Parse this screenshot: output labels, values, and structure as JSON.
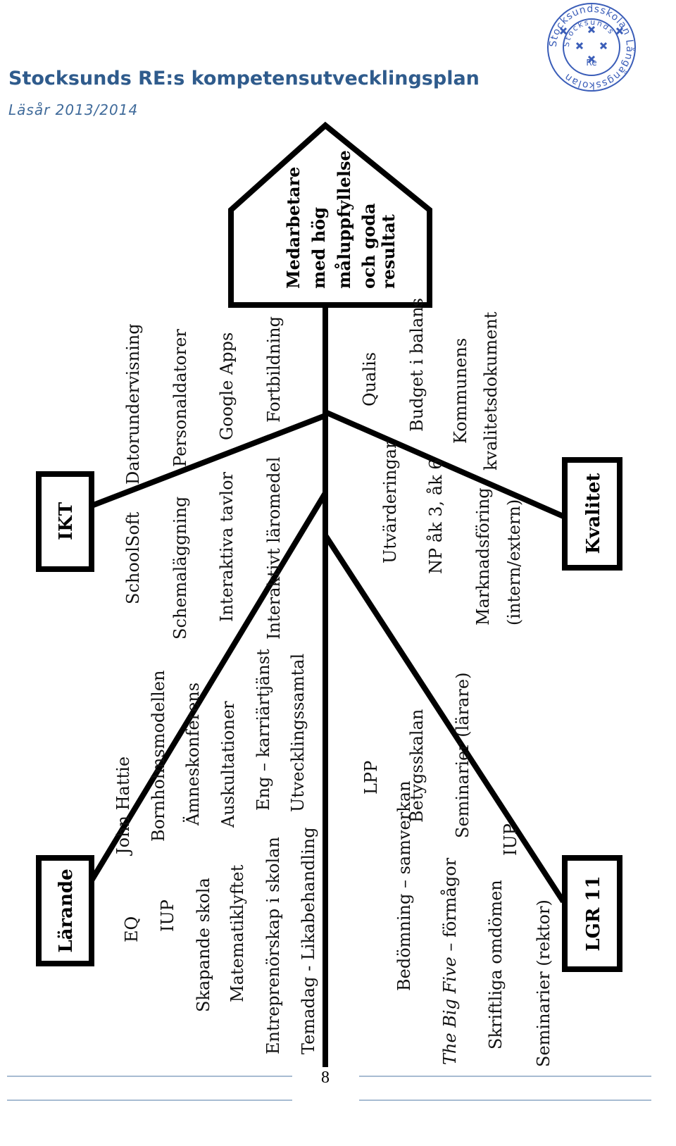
{
  "header": {
    "title": "Stocksunds RE:s kompetensutvecklingsplan",
    "subtitle": "Läsår 2013/2014"
  },
  "logo": {
    "outer_text": "Stocksundsskolan Långängsskolan",
    "inner_text": "Stocksunds",
    "center_text": "Re"
  },
  "goal": {
    "lines": [
      "Medarbetare",
      "med hög",
      "måluppfyllelse",
      "och goda",
      "resultat"
    ]
  },
  "categories": {
    "larande": "Lärande",
    "ikt": "IKT",
    "lgr11": "LGR 11",
    "kvalitet": "Kvalitet"
  },
  "items": {
    "eq": "EQ",
    "john_hattie": "John Hattie",
    "iup_top": "IUP",
    "bornholm": "Bornholmsmodellen",
    "skapande": "Skapande skola",
    "amneskonferens": "Ämneskonferens",
    "matematiklyftet": "Matematiklyftet",
    "auskultationer": "Auskultationer",
    "entreprenorskap": "Entreprenörskap i skolan",
    "eng_karriar": "Eng – karriärtjänst",
    "temadag": "Temadag - Likabehandling",
    "utvecklingssamtal": "Utvecklingssamtal",
    "schoolsoft": "SchoolSoft",
    "datorundervisning": "Datorundervisning",
    "schemalaggning": "Schemaläggning",
    "personaldatorer": "Personaldatorer",
    "interaktiva_tavlor": "Interaktiva tavlor",
    "google_apps": "Google Apps",
    "interaktivt_laromedel": "Interaktivt läromedel",
    "fortbildning": "Fortbildning",
    "bedomning": "Bedömning – samverkan",
    "lpp": "LPP",
    "big_five_italic": "The Big Five",
    "big_five_rest": " – förmågor",
    "betygsskalan": "Betygsskalan",
    "skriftliga": "Skriftliga omdömen",
    "seminarier_larare": "Seminarier (lärare)",
    "seminarier_rektor": "Seminarier (rektor)",
    "iup_bottom": "IUP",
    "utvarderingar": "Utvärderingar",
    "qualis": "Qualis",
    "np": "NP åk 3, åk 6",
    "budget": "Budget i balans",
    "marknadsforing_1": "Marknadsföring",
    "marknadsforing_2": "(intern/extern)",
    "kommunens_1": "Kommunens",
    "kommunens_2": "kvalitetsdokument"
  },
  "page_number": "8",
  "colors": {
    "title": "#2f5b8c",
    "logo": "#3a5db8",
    "lines": "#000000",
    "footer_rule": "#8aa6c4"
  }
}
